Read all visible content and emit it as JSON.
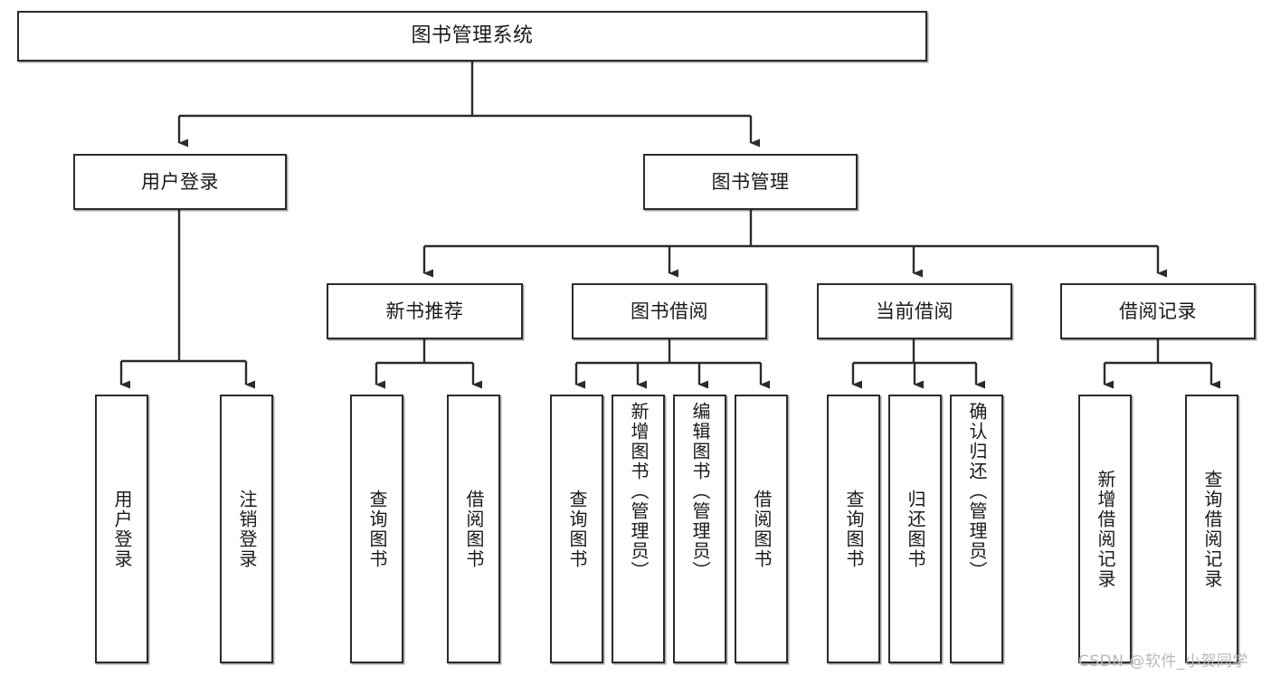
{
  "diagram": {
    "title": "图书管理系统",
    "type": "tree",
    "watermark": "CSDN @软件_小贺同学",
    "colors": {
      "box_border": "#2b2b2b",
      "box_fill": "#ffffff",
      "edge": "#2b2b2b",
      "text": "#1a1a1a",
      "watermark": "#b9b9b9",
      "background": "#ffffff"
    },
    "nodes": {
      "root": {
        "label": "图书管理系统"
      },
      "level2": [
        {
          "id": "user-login",
          "label": "用户登录"
        },
        {
          "id": "book-management",
          "label": "图书管理"
        }
      ],
      "level3": [
        {
          "id": "new-book-recommend",
          "label": "新书推荐"
        },
        {
          "id": "book-borrow",
          "label": "图书借阅"
        },
        {
          "id": "current-borrow",
          "label": "当前借阅"
        },
        {
          "id": "borrow-record",
          "label": "借阅记录"
        }
      ],
      "leaves": {
        "user-login": [
          {
            "id": "leaf-user-login",
            "label": "用户登录"
          },
          {
            "id": "leaf-logout",
            "label": "注销登录"
          }
        ],
        "new-book-recommend": [
          {
            "id": "leaf-query-book-1",
            "label": "查询图书"
          },
          {
            "id": "leaf-borrow-book-1",
            "label": "借阅图书"
          }
        ],
        "book-borrow": [
          {
            "id": "leaf-query-book-2",
            "label": "查询图书"
          },
          {
            "id": "leaf-add-book",
            "label": "新增图书（管理员）"
          },
          {
            "id": "leaf-edit-book",
            "label": "编辑图书（管理员）"
          },
          {
            "id": "leaf-borrow-book-2",
            "label": "借阅图书"
          }
        ],
        "current-borrow": [
          {
            "id": "leaf-query-book-3",
            "label": "查询图书"
          },
          {
            "id": "leaf-return-book",
            "label": "归还图书"
          },
          {
            "id": "leaf-confirm-return",
            "label": "确认归还（管理员）"
          }
        ],
        "borrow-record": [
          {
            "id": "leaf-add-record",
            "label": "新增借阅记录"
          },
          {
            "id": "leaf-query-record",
            "label": "查询借阅记录"
          }
        ]
      }
    }
  }
}
